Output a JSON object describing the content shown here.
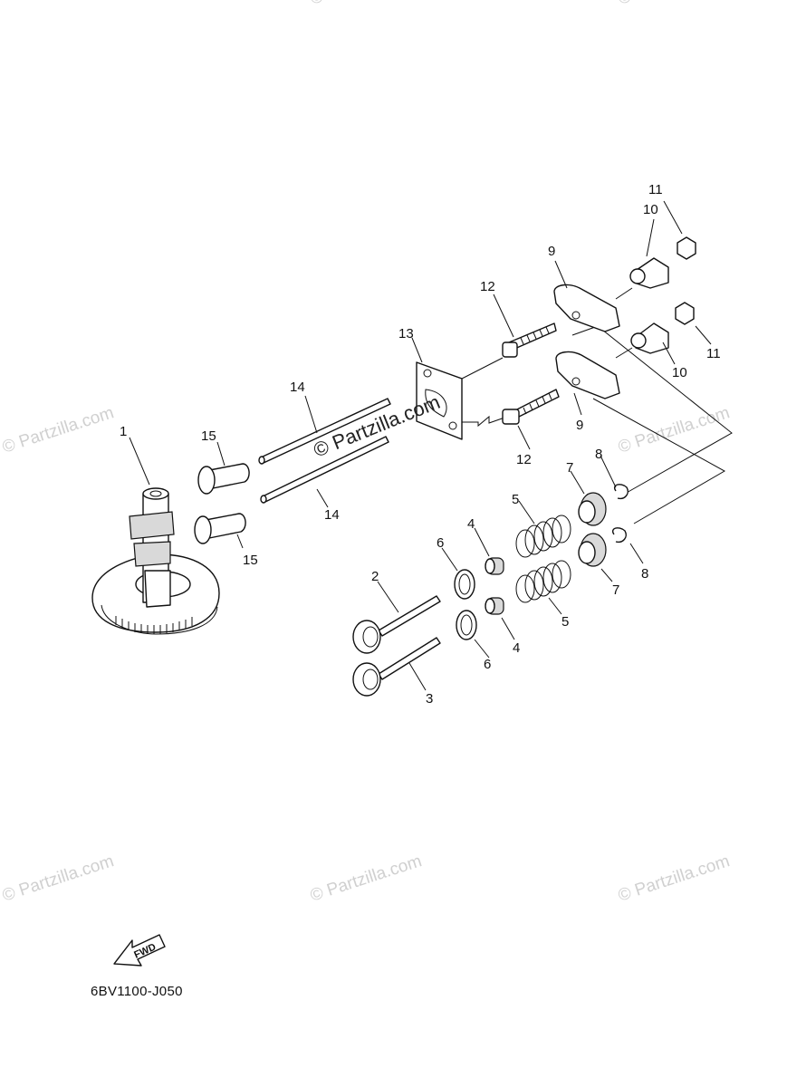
{
  "diagram_code": "6BV1100-J050",
  "fwd_label": "FWD",
  "watermark_text": "© Partzilla.com",
  "callouts": [
    {
      "id": "c1",
      "text": "1"
    },
    {
      "id": "c2",
      "text": "2"
    },
    {
      "id": "c3",
      "text": "3"
    },
    {
      "id": "c4a",
      "text": "4"
    },
    {
      "id": "c4b",
      "text": "4"
    },
    {
      "id": "c5a",
      "text": "5"
    },
    {
      "id": "c5b",
      "text": "5"
    },
    {
      "id": "c6a",
      "text": "6"
    },
    {
      "id": "c6b",
      "text": "6"
    },
    {
      "id": "c7a",
      "text": "7"
    },
    {
      "id": "c7b",
      "text": "7"
    },
    {
      "id": "c8a",
      "text": "8"
    },
    {
      "id": "c8b",
      "text": "8"
    },
    {
      "id": "c9a",
      "text": "9"
    },
    {
      "id": "c9b",
      "text": "9"
    },
    {
      "id": "c10a",
      "text": "10"
    },
    {
      "id": "c10b",
      "text": "10"
    },
    {
      "id": "c11a",
      "text": "11"
    },
    {
      "id": "c11b",
      "text": "11"
    },
    {
      "id": "c12a",
      "text": "12"
    },
    {
      "id": "c12b",
      "text": "12"
    },
    {
      "id": "c13",
      "text": "13"
    },
    {
      "id": "c14a",
      "text": "14"
    },
    {
      "id": "c14b",
      "text": "14"
    },
    {
      "id": "c15a",
      "text": "15"
    },
    {
      "id": "c15b",
      "text": "15"
    }
  ]
}
